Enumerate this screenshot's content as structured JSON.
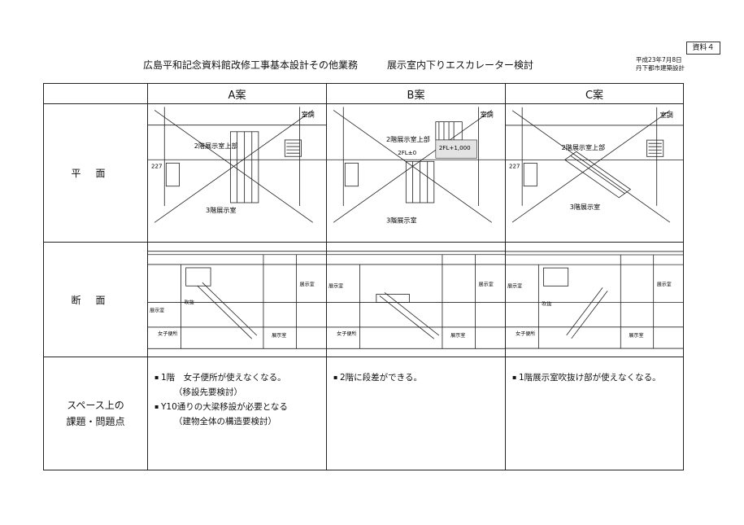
{
  "header": {
    "doc_label": "資料４",
    "title": "広島平和記念資料館改修工事基本設計その他業務",
    "subtitle": "展示室内下りエスカレーター検討",
    "date": "平成23年7月8日",
    "org": "丹下都市建築設計"
  },
  "table": {
    "columns": [
      "A案",
      "B案",
      "C案"
    ],
    "rows": {
      "plan": "平面",
      "section": "断面",
      "issues_line1": "スペース上の",
      "issues_line2": "課題・問題点"
    }
  },
  "drawings": {
    "plan_a": {
      "l1": "室調",
      "l2": "2階展示室上部",
      "l3": "3階展示室",
      "l4": "227"
    },
    "plan_b": {
      "l1": "室調",
      "l2": "2階展示室上部",
      "l3": "2FL+1,000",
      "l4": "2FL±0",
      "l5": "3階展示室"
    },
    "plan_c": {
      "l1": "室調",
      "l2": "2階展示室上部",
      "l3": "3階展示室",
      "l4": "227"
    },
    "section_a": {
      "l1": "展示室",
      "l2": "女子便所",
      "l3": "展示室",
      "l4": "吹抜",
      "l5": "展示室"
    },
    "section_b": {
      "l1": "展示室",
      "l2": "女子便所",
      "l3": "展示室",
      "l4": "展示室"
    },
    "section_c": {
      "l1": "展示室",
      "l2": "女子便所",
      "l3": "展示室",
      "l4": "吹抜",
      "l5": "展示室"
    }
  },
  "issues": {
    "a": [
      "1階　女子便所が使えなくなる。",
      "（移設先要検討）",
      "Y10通りの大梁移設が必要となる",
      "（建物全体の構造要検討）"
    ],
    "b": [
      "2階に段差ができる。"
    ],
    "c": [
      "1階展示室吹抜け部が使えなくなる。"
    ]
  }
}
